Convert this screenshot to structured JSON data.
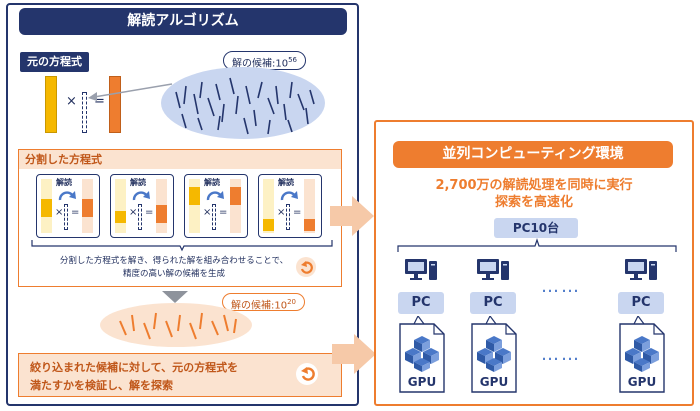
{
  "left": {
    "header": "解読アルゴリズム",
    "original_eq": {
      "label": "元の方程式",
      "candidates_prefix": "解の候補:10",
      "candidates_exp": "56",
      "times": "×",
      "equals": "="
    },
    "split_eq": {
      "label": "分割した方程式",
      "card_label": "解読",
      "desc_line1": "分割した方程式を解き、得られた解を組み合わせることで、",
      "desc_line2": "精度の高い解の候補を生成"
    },
    "reduced": {
      "candidates_prefix": "解の候補:10",
      "candidates_exp": "20"
    },
    "verify": {
      "line1": "絞り込まれた候補に対して、元の方程式を",
      "line2": "満たすかを検証し、解を探索"
    }
  },
  "right": {
    "header": "並列コンピューティング環境",
    "subtitle_line1": "2,700万の解読処理を同時に実行",
    "subtitle_line2": "探索を高速化",
    "pc_count": "PC10台",
    "pc_label": "PC",
    "gpu_label": "GPU"
  },
  "colors": {
    "navy": "#24356c",
    "orange": "#ee7d2f",
    "yellow": "#f5b800",
    "pale_orange": "#fbe3d0",
    "light_blue": "#c9d6f0",
    "gpu_blue": "#4a78c8"
  }
}
